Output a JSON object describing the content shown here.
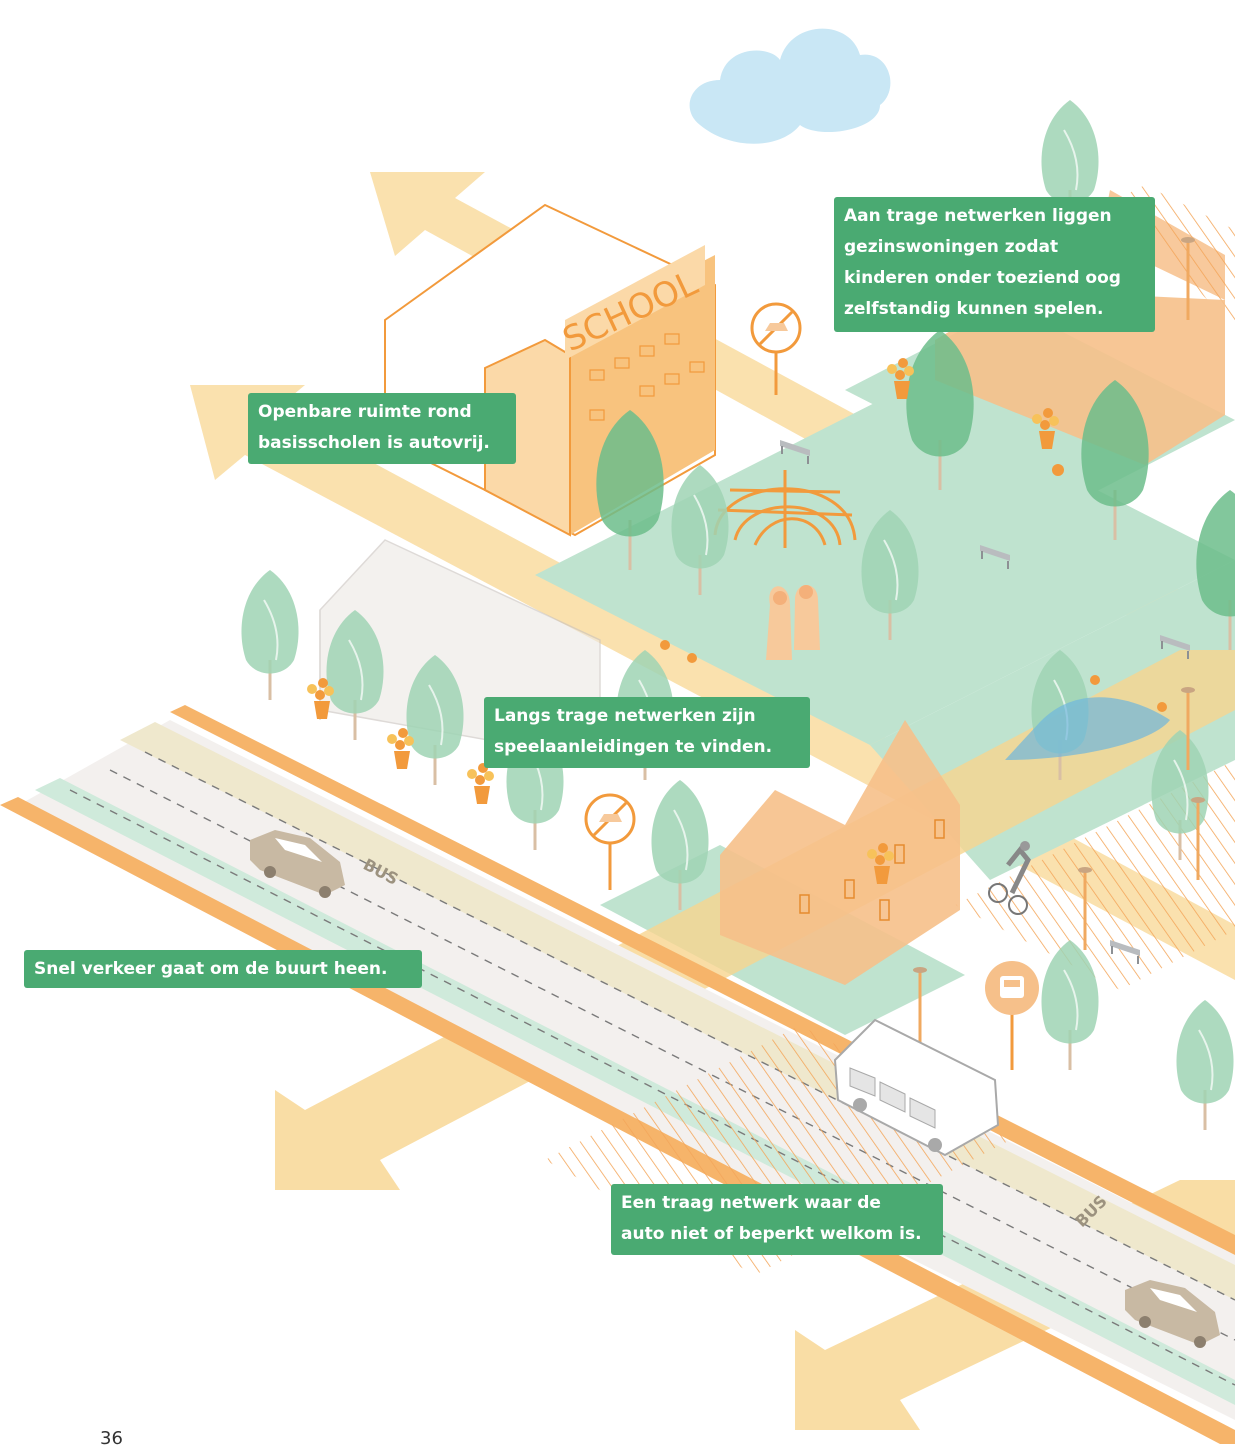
{
  "illustration": {
    "school_sign": "SCHOOL",
    "road_markings": [
      "BUS",
      "BUS"
    ],
    "colors": {
      "arrow": "#f7d58e",
      "green_space": "#bfe3cf",
      "tree": "#9fd4b4",
      "house_orange": "#f6c08a",
      "road": "#f2efee",
      "accent": "#f29a3c",
      "callout": "#4aaa72"
    }
  },
  "callouts": {
    "trage_netwerken": [
      "Aan trage netwerken liggen",
      "gezinswoningen zodat",
      "kinderen onder toeziend oog",
      "zelfstandig kunnen spelen."
    ],
    "autovrij": [
      "Openbare ruimte rond",
      "basisscholen is autovrij."
    ],
    "speelaanleidingen": [
      "Langs trage netwerken zijn",
      "speelaanleidingen te vinden."
    ],
    "snel_verkeer": [
      "Snel verkeer gaat om de buurt heen."
    ],
    "traag_netwerk": [
      "Een traag netwerk waar de",
      "auto niet of beperkt welkom is."
    ]
  },
  "page_number": "36"
}
